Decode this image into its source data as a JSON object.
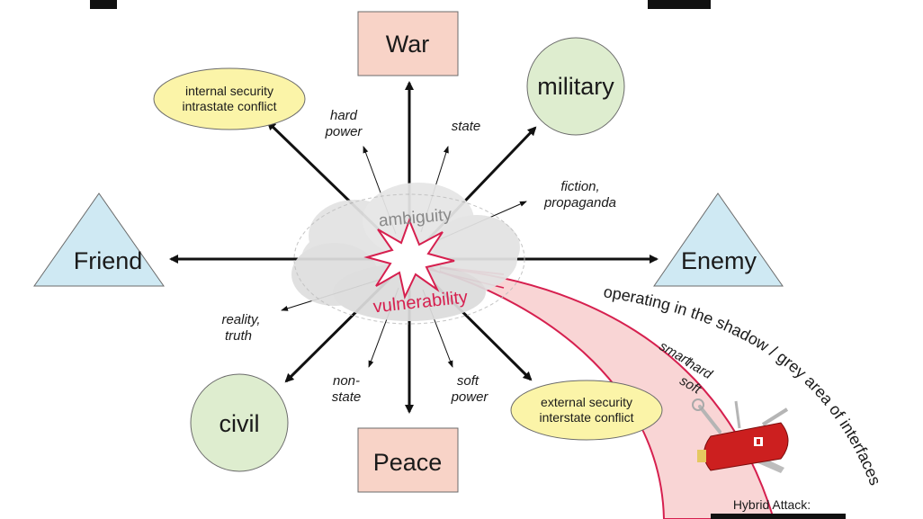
{
  "nodes": {
    "war": "War",
    "peace": "Peace",
    "friend": "Friend",
    "enemy": "Enemy",
    "military": "military",
    "civil": "civil",
    "internal_l1": "internal security",
    "internal_l2": "intrastate conflict",
    "external_l1": "external security",
    "external_l2": "interstate conflict"
  },
  "annotations": {
    "hard_power_l1": "hard",
    "hard_power_l2": "power",
    "state": "state",
    "fiction_l1": "fiction,",
    "fiction_l2": "propaganda",
    "reality_l1": "reality,",
    "reality_l2": "truth",
    "non_state_l1": "non-",
    "non_state_l2": "state",
    "soft_power_l1": "soft",
    "soft_power_l2": "power"
  },
  "center": {
    "ambiguity": "ambiguity",
    "vulnerability": "vulnerability"
  },
  "hybrid": {
    "shadow_label": "operating in the shadow / grey area of interfaces",
    "hard": "hard",
    "smart": "smart",
    "soft": "soft",
    "attack_label": "Hybrid Attack:"
  },
  "colors": {
    "rect_fill": "#f8d3c7",
    "circle_fill": "#deedcf",
    "oval_fill": "#fbf4a8",
    "triangle_fill": "#cfe9f3",
    "accent_red": "#d6204f",
    "band_fill": "#f9d5d5"
  }
}
